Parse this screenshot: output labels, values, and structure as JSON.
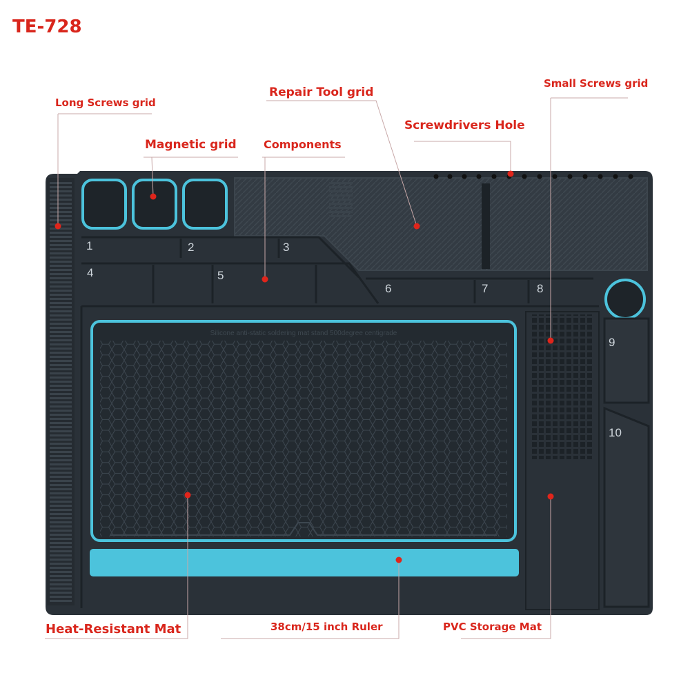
{
  "product": {
    "model": "TE-728"
  },
  "mat": {
    "embossed_text": "Silicone anti-static soldering mat stand 500degree centigrade",
    "compartments": [
      "1",
      "2",
      "3",
      "4",
      "5",
      "6",
      "7",
      "8",
      "9",
      "10"
    ]
  },
  "callouts": {
    "long_screws": "Long Screws grid",
    "magnetic": "Magnetic grid",
    "components": "Components",
    "repair_tool": "Repair Tool grid",
    "screwdrivers": "Screwdrivers Hole",
    "small_screws": "Small Screws grid",
    "heat_resistant": "Heat-Resistant Mat",
    "ruler": "38cm/15 inch Ruler",
    "pvc": "PVC Storage Mat"
  },
  "colors": {
    "callout": "#d9261c",
    "mat": "#2a3138",
    "accent": "#4cc3dc"
  }
}
